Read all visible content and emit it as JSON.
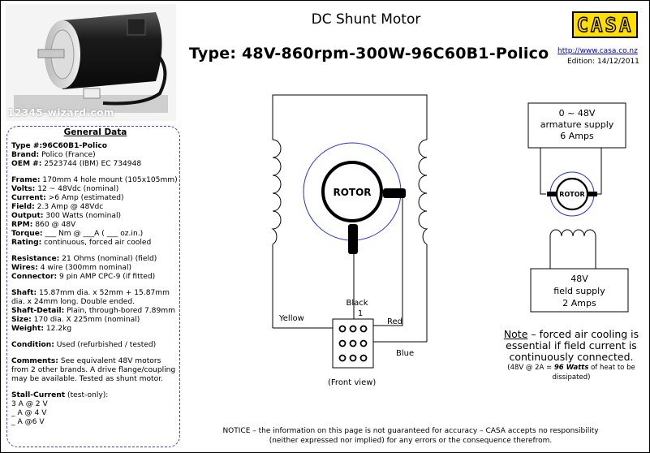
{
  "header": {
    "title": "DC Shunt Motor",
    "subtitle": "Type: 48V-860rpm-300W-96C60B1-Polico",
    "logo": "CASA",
    "url": "http://www.casa.co.nz",
    "edition": "Edition: 14/12/2011"
  },
  "photo": {
    "watermark": "12345-wizard.com",
    "icon": "motor-photo"
  },
  "general": {
    "title": "General Data",
    "sections": [
      [
        {
          "label": "Type #:96C60B1-Polico",
          "value": ""
        },
        {
          "label": "Brand:",
          "value": " Polico (France)"
        },
        {
          "label": "OEM #:",
          "value": " 2523744 (IBM) EC 734948"
        }
      ],
      [
        {
          "label": "Frame:",
          "value": " 170mm 4 hole mount (105x105mm)"
        },
        {
          "label": "Volts:",
          "value": " 12 ~ 48Vdc (nominal)"
        },
        {
          "label": "Current:",
          "value": " >6 Amp (estimated)"
        },
        {
          "label": "Field:",
          "value": " 2.3 Amp @ 48Vdc"
        },
        {
          "label": "Output:",
          "value": " 300 Watts (nominal)"
        },
        {
          "label": "RPM:",
          "value": " 860 @ 48V"
        },
        {
          "label": "Torque:",
          "value": " ___ Nm @ ___A ( ___ oz.in.)"
        },
        {
          "label": "Rating:",
          "value": " continuous, forced air cooled"
        }
      ],
      [
        {
          "label": "Resistance:",
          "value": " 21 Ohms (nominal) (field)"
        },
        {
          "label": "Wires:",
          "value": " 4 wire (300mm nominal)"
        },
        {
          "label": "Connector:",
          "value": " 9 pin AMP CPC-9 (if fitted)"
        }
      ],
      [
        {
          "label": "Shaft:",
          "value": " 15.87mm dia. x 52mm  + 15.87mm dia. x 24mm long. Double ended."
        },
        {
          "label": "Shaft-Detail:",
          "value": " Plain, through-bored 7.89mm"
        },
        {
          "label": "Size:",
          "value": " 170 dia. X 225mm (nominal)"
        },
        {
          "label": "Weight:",
          "value": " 12.2kg"
        }
      ],
      [
        {
          "label": "Condition:",
          "value": " Used (refurbished / tested)"
        }
      ],
      [
        {
          "label": "Comments:",
          "value": " See equivalent 48V motors from 2 other brands. A drive flange/coupling may be available. Tested as shunt motor."
        }
      ],
      [
        {
          "label": "Stall-Current",
          "value": " (test-only):"
        },
        {
          "label": "",
          "value": "3 A @ 2 V"
        },
        {
          "label": "",
          "value": "_ A @ 4 V"
        },
        {
          "label": "",
          "value": "_ A @6 V"
        }
      ]
    ]
  },
  "diagram": {
    "rotor": "ROTOR",
    "black": "Black",
    "pin_one": "1",
    "yellow": "Yellow",
    "red": "Red",
    "blue": "Blue",
    "front_view": "(Front view)"
  },
  "supply": {
    "armature": [
      "0 ~ 48V",
      "armature supply",
      "6 Amps"
    ],
    "rotor": "ROTOR",
    "field": [
      "48V",
      "field supply",
      "2 Amps"
    ]
  },
  "note": {
    "lead": "Note",
    "text": " – forced air cooling is essential if field current is continuously connected.",
    "small_pre": "(48V @ 2A = ",
    "small_bold": "96 Watts",
    "small_post": " of heat to be dissipated)"
  },
  "notice": "NOTICE – the information on this page is not guaranteed for accuracy – CASA accepts no responsibility (neither expressed nor implied) for any errors or the consequence therefrom.",
  "colors": {
    "logo_bg": "#ffde00",
    "border_blue": "#3344cc",
    "link": "#0000cc"
  }
}
